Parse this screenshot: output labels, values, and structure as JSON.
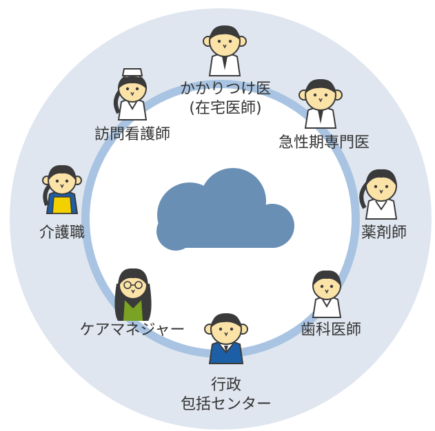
{
  "colors": {
    "outer_disc": "#dfe6ef",
    "ring": "#a8c4e2",
    "inner_disc": "#ffffff",
    "cloud": "#6a8fb4",
    "skin": "#fbe3a8",
    "outline": "#3a3a3a",
    "hair": "#3a3a3a",
    "coat": "#ffffff",
    "yellow_vest": "#f3d100",
    "blue_collar": "#1d5fa6",
    "green_collar": "#7aa323",
    "label_text": "#333333"
  },
  "diagram": {
    "center_icon": "cloud-icon",
    "nodes": [
      {
        "id": "family_doctor",
        "lines": [
          "かかりつけ医",
          "(在宅医師)"
        ],
        "icon": "doctor-icon"
      },
      {
        "id": "specialist",
        "lines": [
          "急性期専門医"
        ],
        "icon": "doctor-icon"
      },
      {
        "id": "pharmacist",
        "lines": [
          "薬剤師"
        ],
        "icon": "pharmacist-icon"
      },
      {
        "id": "dentist",
        "lines": [
          "歯科医師"
        ],
        "icon": "dentist-icon"
      },
      {
        "id": "administration",
        "lines": [
          "行政",
          "包括センター"
        ],
        "icon": "official-icon"
      },
      {
        "id": "care_manager",
        "lines": [
          "ケアマネジャー"
        ],
        "icon": "care-manager-icon"
      },
      {
        "id": "care_worker",
        "lines": [
          "介護職"
        ],
        "icon": "care-worker-icon"
      },
      {
        "id": "visiting_nurse",
        "lines": [
          "訪問看護師"
        ],
        "icon": "nurse-icon"
      }
    ]
  }
}
